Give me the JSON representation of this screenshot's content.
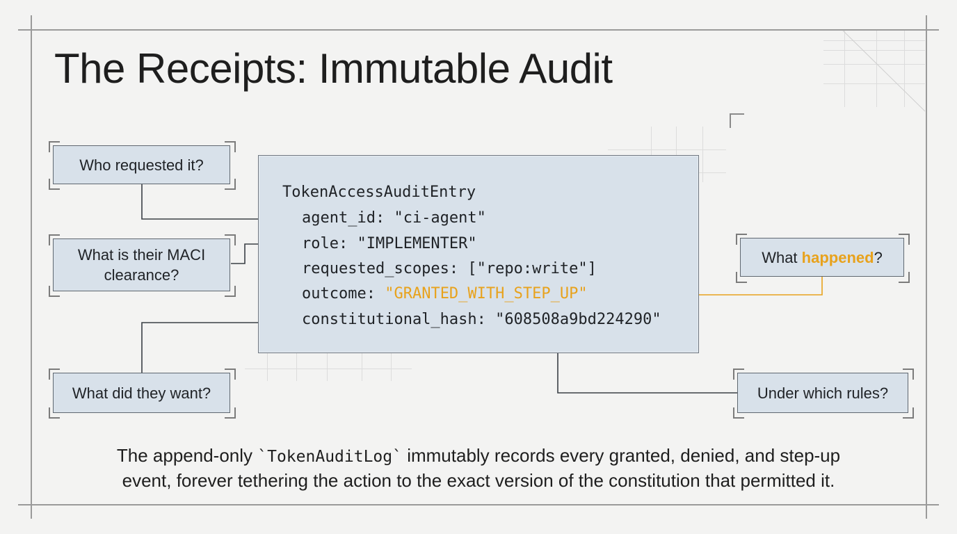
{
  "title": "The Receipts: Immutable Audit",
  "code": {
    "header": "TokenAccessAuditEntry",
    "agent_id_line": "agent_id: \"ci-agent\"",
    "role_line": "role: \"IMPLEMENTER\"",
    "scopes_line": "requested_scopes: [\"repo:write\"]",
    "outcome_key": "outcome: ",
    "outcome_value": "\"GRANTED_WITH_STEP_UP\"",
    "hash_line": "constitutional_hash: \"608508a9bd224290\""
  },
  "callouts": {
    "who": "Who requested it?",
    "maci_line1": "What is their MACI",
    "maci_line2": "clearance?",
    "want": "What did they want?",
    "happened_pre": "What ",
    "happened_accent": "happened",
    "happened_post": "?",
    "rules": "Under which rules?"
  },
  "caption": {
    "part1": "The append-only ",
    "code_ref": "`TokenAuditLog`",
    "part2": " immutably records every granted, denied, and step-up",
    "line2": "event, forever tethering the action to the exact version of the constitution that permitted it."
  },
  "colors": {
    "accent": "#e8a21c",
    "box_fill": "#d8e1ea",
    "connector": "#3a3f45"
  }
}
